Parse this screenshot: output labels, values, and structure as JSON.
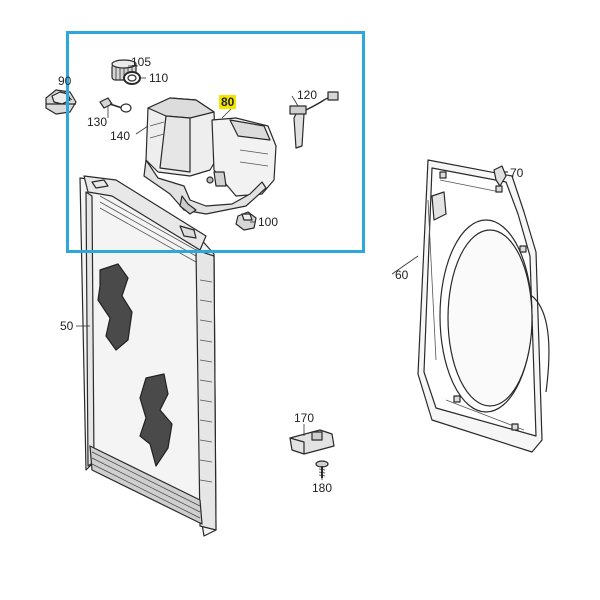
{
  "colors": {
    "selection_frame": "#2ea7df",
    "highlight": "#f2e600",
    "line_art": "#2a2a2a",
    "background": "#ffffff"
  },
  "labels": {
    "p50": "50",
    "p60": "60",
    "p70": "70",
    "p80": "80",
    "p90": "90",
    "p100": "100",
    "p105": "105",
    "p110": "110",
    "p120": "120",
    "p130": "130",
    "p140": "140",
    "p170": "170",
    "p180": "180"
  },
  "highlighted_part": "80",
  "selection": {
    "group": "expansion-tank-assembly"
  }
}
